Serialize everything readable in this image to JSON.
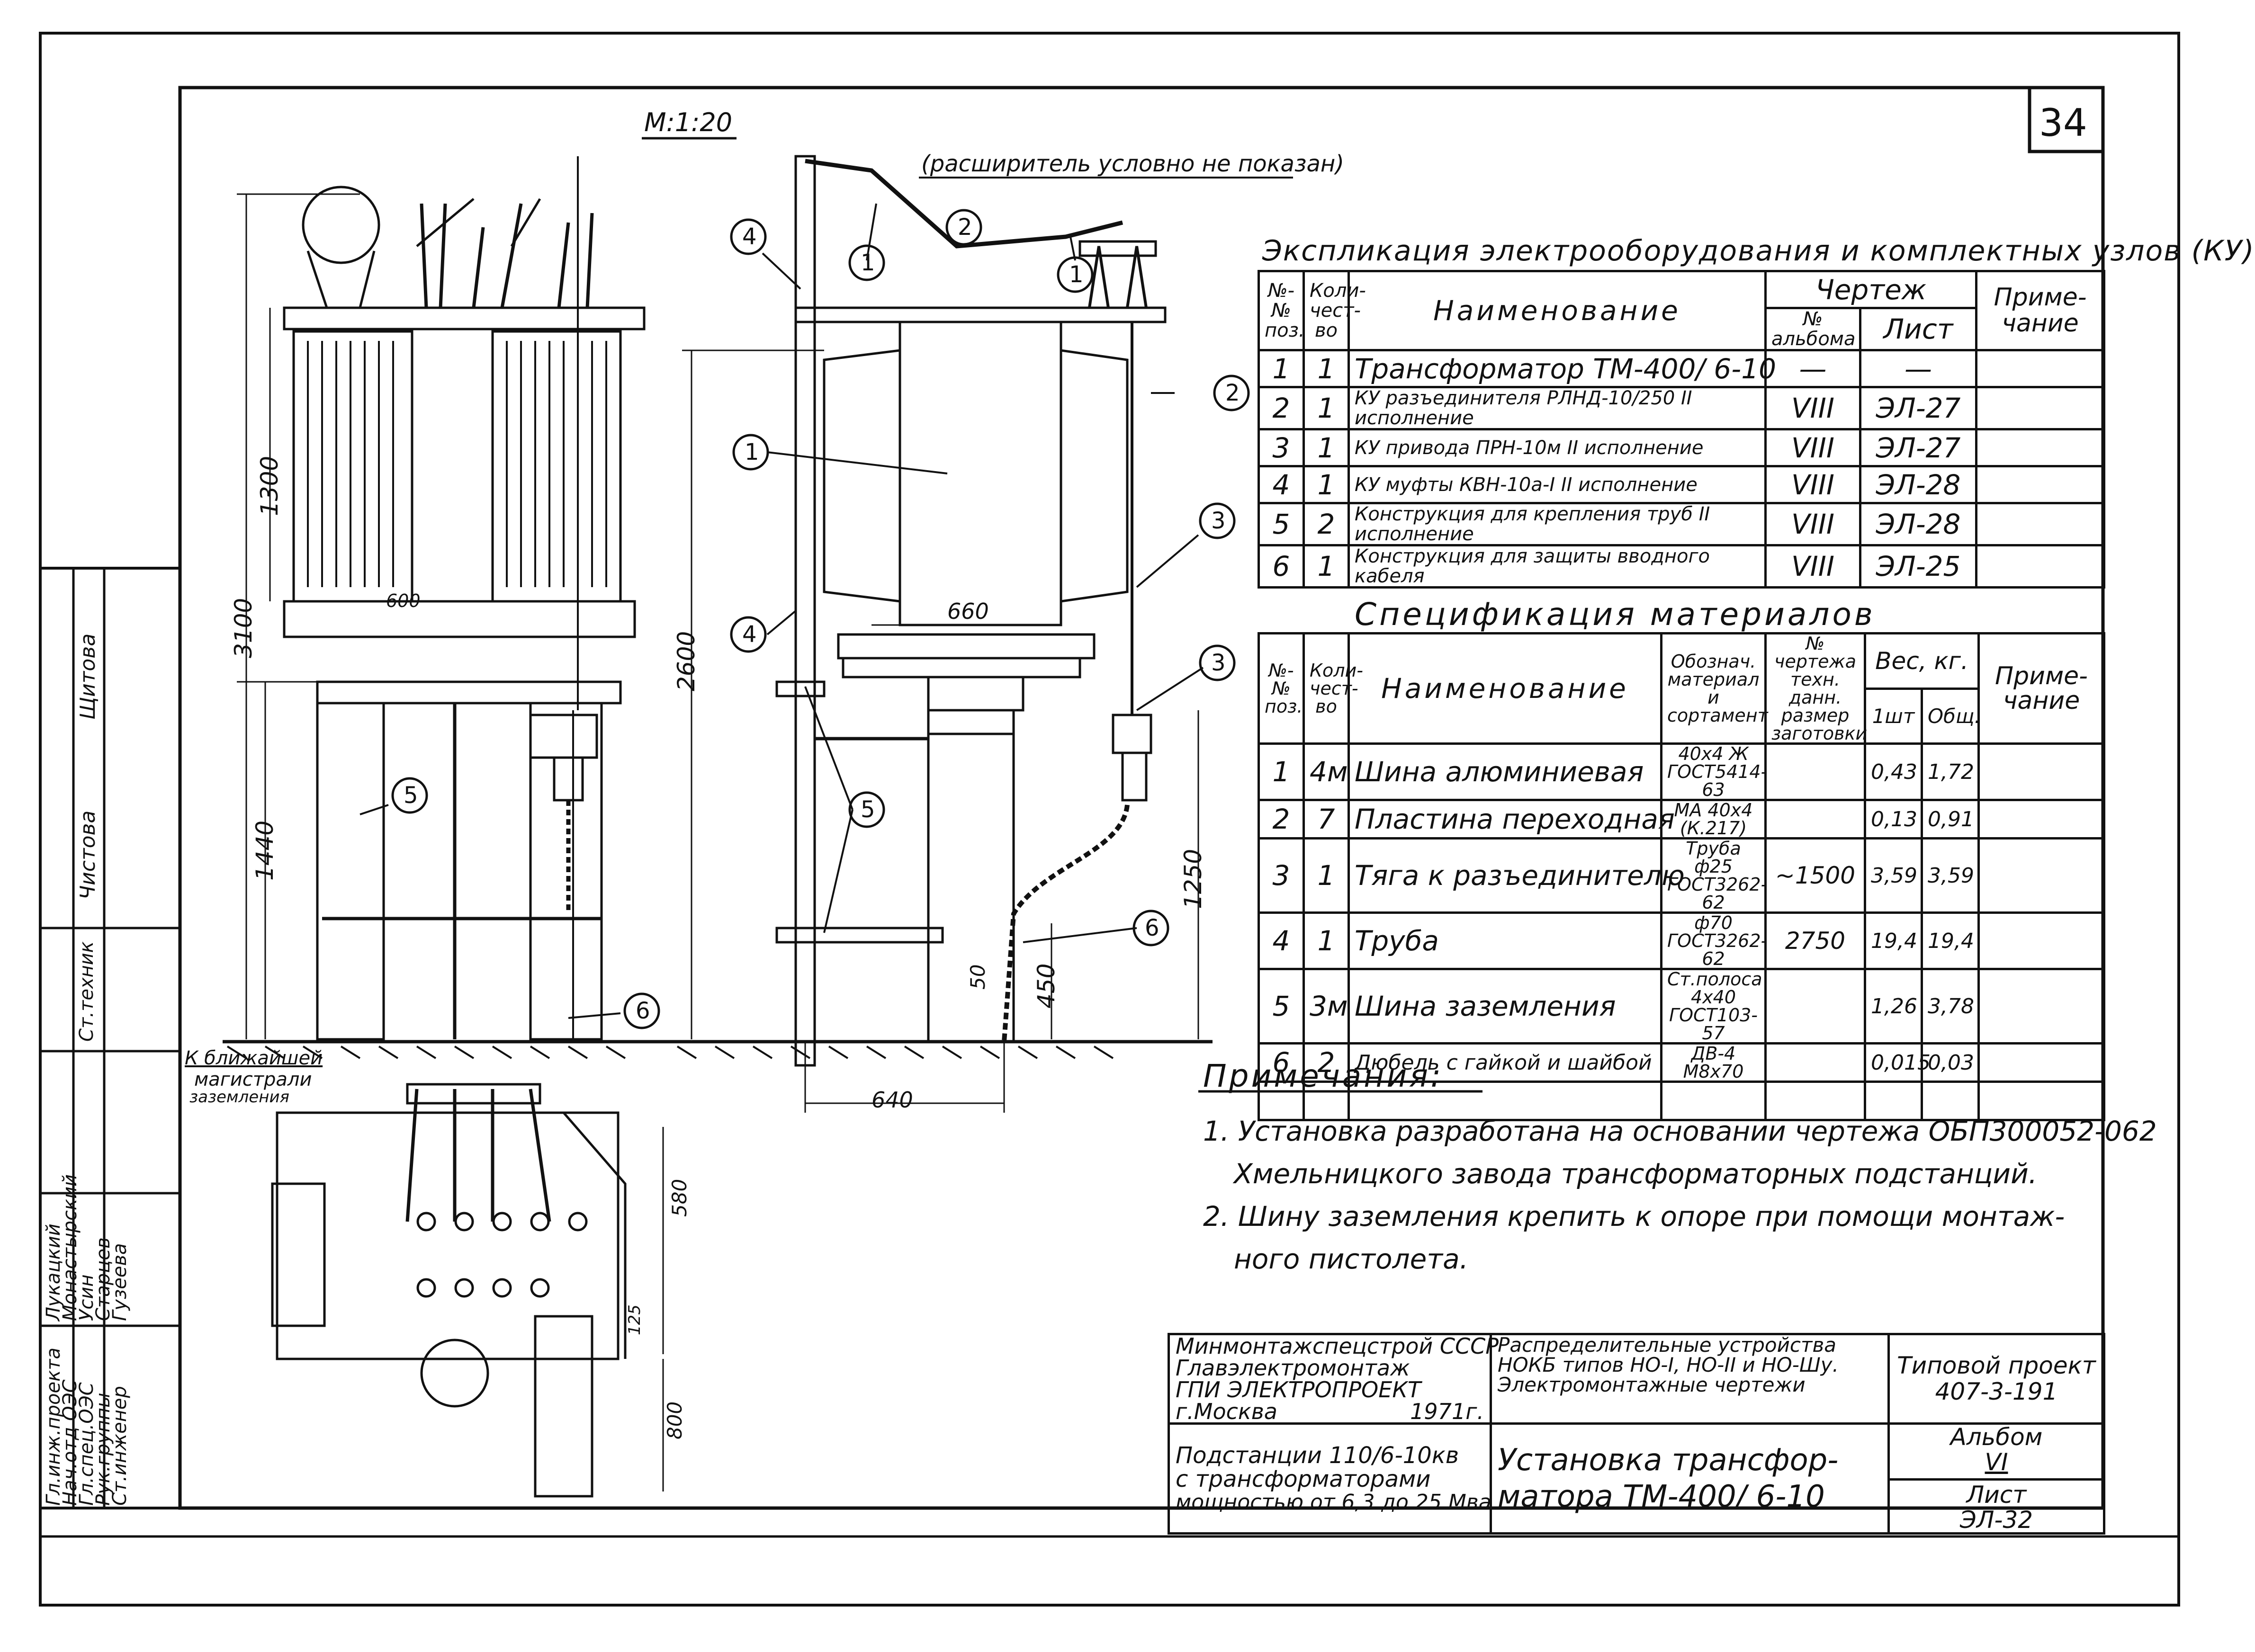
{
  "sheet": {
    "number": "34",
    "scale": "М:1:20",
    "note_top": "(расширитель условно не показан)"
  },
  "explication": {
    "title": "Экспликация электрооборудования и комплектных узлов (КУ)",
    "headers": {
      "pos": "№-№ поз.",
      "qty": "Коли-чест-во",
      "name": "Наименование",
      "drawing": "Чертеж",
      "album": "№ альбома",
      "sheet": "Лист",
      "note": "Приме-чание"
    },
    "rows": [
      {
        "pos": "1",
        "qty": "1",
        "name": "Трансформатор ТМ-400/ 6-10",
        "album": "—",
        "sheet": "—"
      },
      {
        "pos": "2",
        "qty": "1",
        "name": "КУ разъединителя РЛНД-10/250 II исполнение",
        "album": "VIII",
        "sheet": "ЭЛ-27"
      },
      {
        "pos": "3",
        "qty": "1",
        "name": "КУ привода ПРН-10м II исполнение",
        "album": "VIII",
        "sheet": "ЭЛ-27"
      },
      {
        "pos": "4",
        "qty": "1",
        "name": "КУ муфты КВН-10а-I II исполнение",
        "album": "VIII",
        "sheet": "ЭЛ-28"
      },
      {
        "pos": "5",
        "qty": "2",
        "name": "Конструкция для крепления труб II исполнение",
        "album": "VIII",
        "sheet": "ЭЛ-28"
      },
      {
        "pos": "6",
        "qty": "1",
        "name": "Конструкция для защиты вводного кабеля",
        "album": "VIII",
        "sheet": "ЭЛ-25"
      }
    ]
  },
  "specification": {
    "title": "Спецификация материалов",
    "headers": {
      "pos": "№-№ поз.",
      "qty": "Коли-чест-во",
      "name": "Наименование",
      "designation": "Обознач. материал и сортамент",
      "drawing": "№ чертежа техн. данн. размер заготовки",
      "weight": "Вес, кг.",
      "w_unit": "1шт",
      "w_total": "Общ.",
      "note": "Приме-чание"
    },
    "rows": [
      {
        "pos": "1",
        "qty": "4м",
        "name": "Шина алюминиевая",
        "designation": "40х4 Ж ГОСТ5414-63",
        "drawing": "",
        "w_unit": "0,43",
        "w_total": "1,72"
      },
      {
        "pos": "2",
        "qty": "7",
        "name": "Пластина переходная",
        "designation": "МА 40х4 (К.217)",
        "drawing": "",
        "w_unit": "0,13",
        "w_total": "0,91"
      },
      {
        "pos": "3",
        "qty": "1",
        "name": "Тяга к разъединителю",
        "designation": "Труба ф25 ГОСТ3262-62",
        "drawing": "~1500",
        "w_unit": "3,59",
        "w_total": "3,59"
      },
      {
        "pos": "4",
        "qty": "1",
        "name": "Труба",
        "designation": "ф70 ГОСТ3262-62",
        "drawing": "2750",
        "w_unit": "19,4",
        "w_total": "19,4"
      },
      {
        "pos": "5",
        "qty": "3м",
        "name": "Шина заземления",
        "designation": "Ст.полоса 4х40 ГОСТ103-57",
        "drawing": "",
        "w_unit": "1,26",
        "w_total": "3,78"
      },
      {
        "pos": "6",
        "qty": "2",
        "name": "Дюбель с гайкой и шайбой",
        "designation": "ДВ-4 М8х70",
        "drawing": "",
        "w_unit": "0,015",
        "w_total": "0,03"
      }
    ]
  },
  "notes": {
    "title": "Примечания:",
    "items": [
      "1. Установка разработана на основании чертежа ОБП300052-062",
      "Хмельницкого завода трансформаторных подстанций.",
      "2. Шину заземления крепить к опоре при помощи монтаж-",
      "ного пистолета."
    ]
  },
  "title_block": {
    "org": [
      "Минмонтажспецстрой СССР",
      "Главэлектромонтаж",
      "ГПИ ЭЛЕКТРОПРОЕКТ",
      "г.Москва"
    ],
    "year": "1971г.",
    "series": [
      "Распределительные устройства",
      "НОКБ типов НО-I, НО-II и НО-Шу.",
      "Электромонтажные чертежи"
    ],
    "subject": [
      "Подстанции 110/6-10кв",
      "с трансформаторами",
      "мощностью от 6,3 до 25 Мва"
    ],
    "drawing_title": [
      "Установка трансфор-",
      "матора ТМ-400/ 6-10"
    ],
    "project_label": "Типовой проект",
    "project_no": "407-3-191",
    "album_label": "Альбом",
    "album_no": "VI",
    "sheet_label": "Лист",
    "sheet_no": "ЭЛ-32"
  },
  "stamp": {
    "roles": [
      "Гл.инж.проекта",
      "Нач.отд ОЭС",
      "Гл.спец.ОЭС",
      "Рук.группы",
      "Ст.инженер",
      "Ст.техник",
      "Чистова",
      "Щитова"
    ],
    "names": [
      "Лукацкий",
      "Монастырский",
      "Усин",
      "Старцев",
      "Гузеева"
    ]
  },
  "drawing": {
    "dims": {
      "d1300": "1300",
      "d3100": "3100",
      "d1440": "1440",
      "d600": "600",
      "d2600": "2600",
      "d660": "660",
      "d1250": "1250",
      "d450": "450",
      "d50": "50",
      "d640": "640",
      "d580": "580",
      "d800": "800",
      "d125": "125"
    },
    "ground_label": [
      "К ближайшей",
      "магистрали",
      "заземления"
    ],
    "callouts": {
      "c1": "1",
      "c2": "2",
      "c3": "3",
      "c4": "4",
      "c5": "5",
      "c6": "6"
    }
  }
}
